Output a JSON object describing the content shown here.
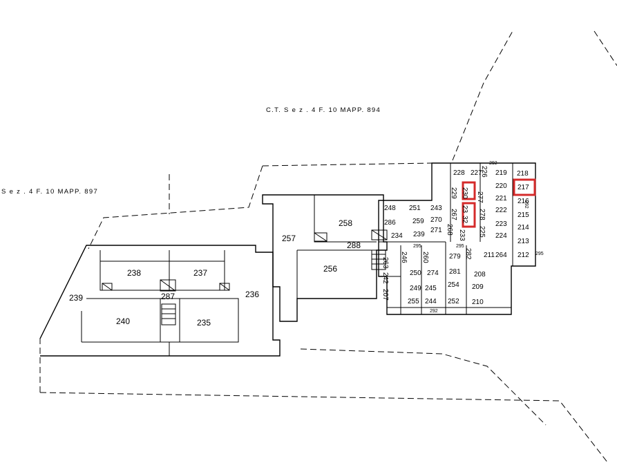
{
  "plan": {
    "header_north": "C.T.   S e z . 4    F.    10  MAPP. 894",
    "header_west": "S e z . 4    F.    10  MAPP. 897",
    "large_units": [
      {
        "id": "u238",
        "label": "238"
      },
      {
        "id": "u237",
        "label": "237"
      },
      {
        "id": "u239",
        "label": "239"
      },
      {
        "id": "u236",
        "label": "236"
      },
      {
        "id": "u287",
        "label": "287"
      },
      {
        "id": "u240",
        "label": "240"
      },
      {
        "id": "u235",
        "label": "235"
      },
      {
        "id": "u257",
        "label": "257"
      },
      {
        "id": "u258",
        "label": "258"
      },
      {
        "id": "u288",
        "label": "288"
      },
      {
        "id": "u256",
        "label": "256"
      }
    ],
    "small_units": [
      "248",
      "251",
      "243",
      "286",
      "259",
      "270",
      "271",
      "234",
      "239",
      "246",
      "260",
      "263",
      "250",
      "274",
      "242",
      "249",
      "245",
      "207",
      "255",
      "244",
      "228",
      "227",
      "226",
      "219",
      "218",
      "220",
      "217",
      "229",
      "230",
      "277",
      "221",
      "216",
      "267",
      "23",
      "278",
      "222",
      "215",
      "32",
      "225",
      "223",
      "214",
      "268",
      "233",
      "224",
      "213",
      "279",
      "282",
      "211",
      "264",
      "212",
      "281",
      "208",
      "254",
      "209",
      "252",
      "210"
    ],
    "annotations": [
      "292",
      "295",
      "295",
      "292",
      "292",
      "295"
    ],
    "highlight_color": "#d42a2a"
  }
}
